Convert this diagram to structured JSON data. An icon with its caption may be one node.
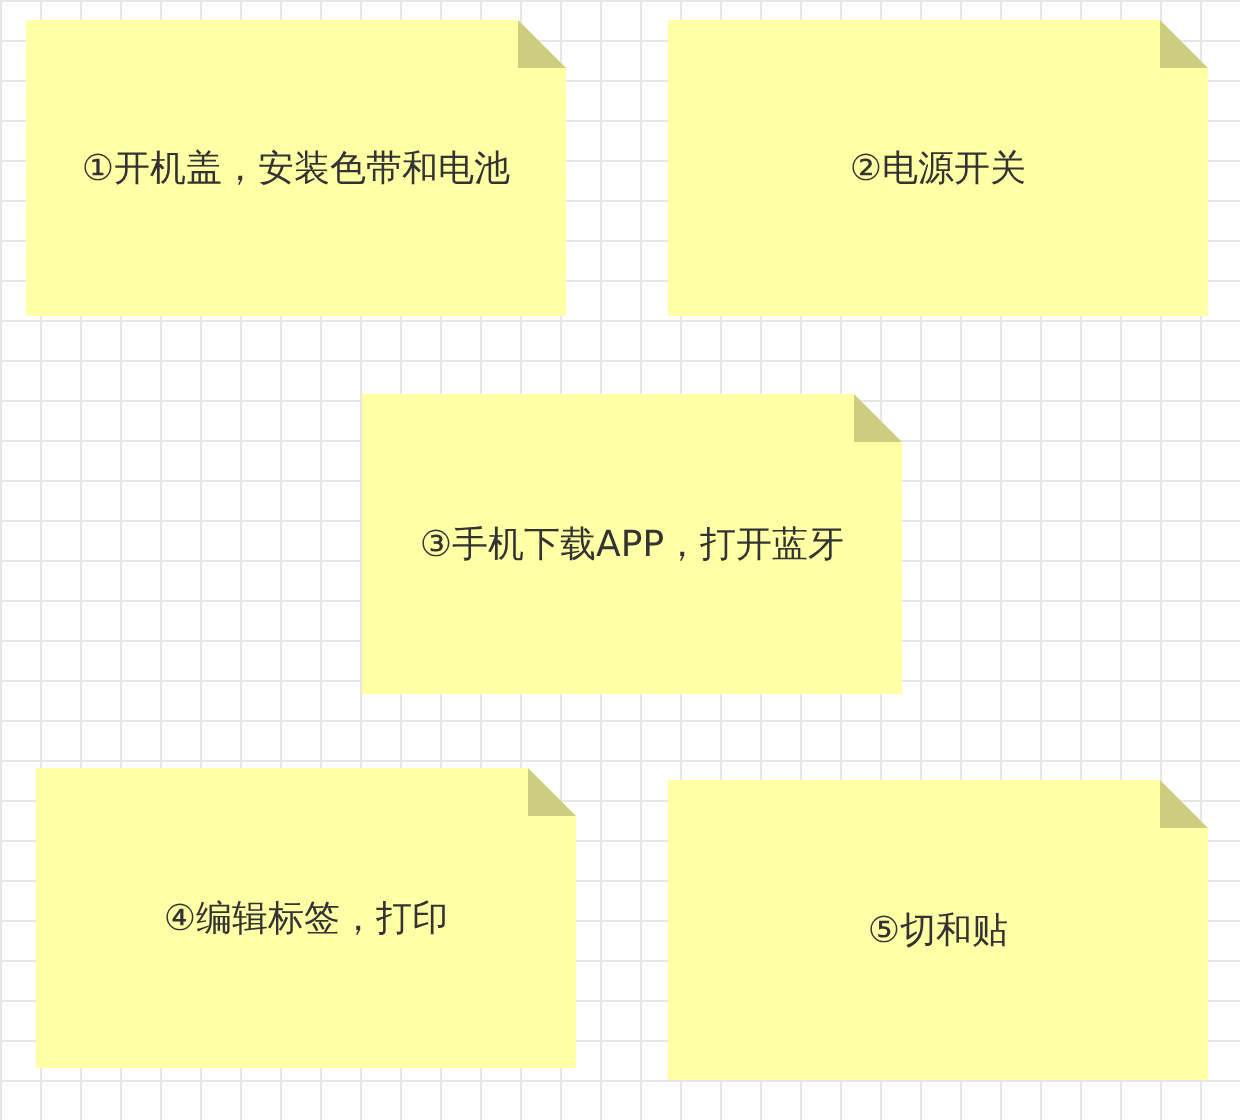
{
  "diagram": {
    "nodes": [
      {
        "text": [
          "①开机盖，安装色带和电池"
        ]
      },
      {
        "text": [
          "②电源开关"
        ]
      },
      {
        "text": [
          "③手机下载APP，打开蓝牙"
        ]
      },
      {
        "text": [
          "④编辑标签，打印"
        ]
      },
      {
        "text": [
          "⑤切和贴"
        ]
      }
    ]
  }
}
